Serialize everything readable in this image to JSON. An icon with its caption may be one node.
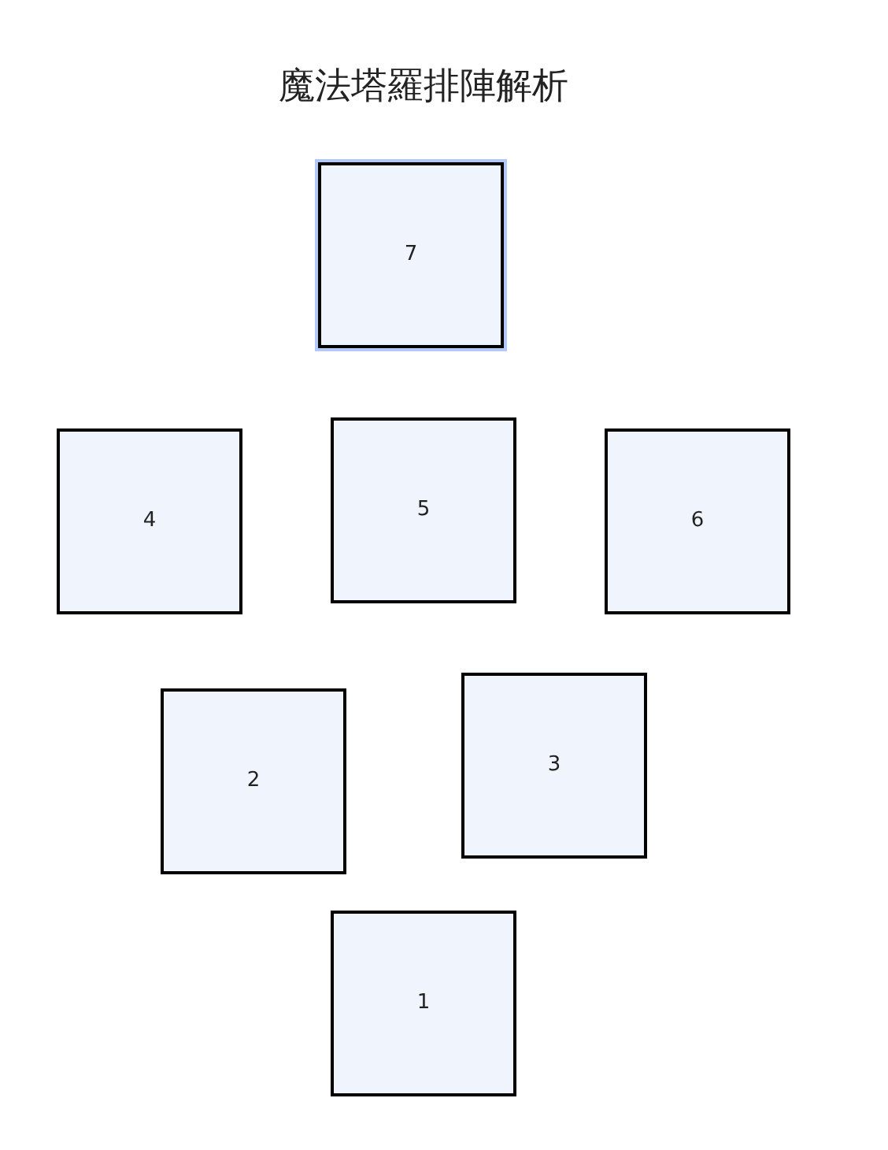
{
  "diagram": {
    "title": "魔法塔羅排陣解析",
    "nodes": [
      {
        "text": [
          "7"
        ]
      },
      {
        "text": [
          "4"
        ]
      },
      {
        "text": [
          "5"
        ]
      },
      {
        "text": [
          "6"
        ]
      },
      {
        "text": [
          "2"
        ]
      },
      {
        "text": [
          "3"
        ]
      },
      {
        "text": [
          "1"
        ]
      }
    ]
  }
}
